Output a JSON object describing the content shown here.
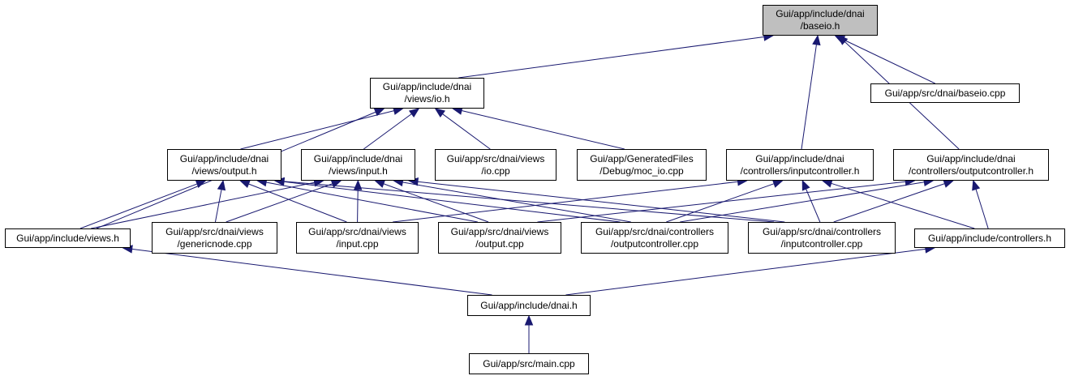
{
  "colors": {
    "edge": "#191970",
    "node_fill": "#ffffff",
    "current_fill": "#bfbfbf",
    "border": "#000000"
  },
  "nodes": {
    "baseio_h": {
      "lines": [
        "Gui/app/include/dnai",
        "/baseio.h"
      ],
      "current": true
    },
    "baseio_cpp": {
      "lines": [
        "Gui/app/src/dnai/baseio.cpp"
      ]
    },
    "views_io_h": {
      "lines": [
        "Gui/app/include/dnai",
        "/views/io.h"
      ]
    },
    "views_output_h": {
      "lines": [
        "Gui/app/include/dnai",
        "/views/output.h"
      ]
    },
    "views_input_h": {
      "lines": [
        "Gui/app/include/dnai",
        "/views/input.h"
      ]
    },
    "io_cpp": {
      "lines": [
        "Gui/app/src/dnai/views",
        "/io.cpp"
      ]
    },
    "moc_io_cpp": {
      "lines": [
        "Gui/app/GeneratedFiles",
        "/Debug/moc_io.cpp"
      ]
    },
    "inputcontroller_h": {
      "lines": [
        "Gui/app/include/dnai",
        "/controllers/inputcontroller.h"
      ]
    },
    "outputcontroller_h": {
      "lines": [
        "Gui/app/include/dnai",
        "/controllers/outputcontroller.h"
      ]
    },
    "views_h": {
      "lines": [
        "Gui/app/include/views.h"
      ]
    },
    "genericnode_cpp": {
      "lines": [
        "Gui/app/src/dnai/views",
        "/genericnode.cpp"
      ]
    },
    "input_cpp": {
      "lines": [
        "Gui/app/src/dnai/views",
        "/input.cpp"
      ]
    },
    "output_cpp": {
      "lines": [
        "Gui/app/src/dnai/views",
        "/output.cpp"
      ]
    },
    "outputcontroller_cpp": {
      "lines": [
        "Gui/app/src/dnai/controllers",
        "/outputcontroller.cpp"
      ]
    },
    "inputcontroller_cpp": {
      "lines": [
        "Gui/app/src/dnai/controllers",
        "/inputcontroller.cpp"
      ]
    },
    "controllers_h": {
      "lines": [
        "Gui/app/include/controllers.h"
      ]
    },
    "dnai_h": {
      "lines": [
        "Gui/app/include/dnai.h"
      ]
    },
    "main_cpp": {
      "lines": [
        "Gui/app/src/main.cpp"
      ]
    }
  },
  "edges": [
    [
      "views_io_h",
      "baseio_h"
    ],
    [
      "baseio_cpp",
      "baseio_h"
    ],
    [
      "inputcontroller_h",
      "baseio_h"
    ],
    [
      "outputcontroller_h",
      "baseio_h"
    ],
    [
      "views_output_h",
      "views_io_h"
    ],
    [
      "views_input_h",
      "views_io_h"
    ],
    [
      "io_cpp",
      "views_io_h"
    ],
    [
      "moc_io_cpp",
      "views_io_h"
    ],
    [
      "views_h",
      "views_io_h"
    ],
    [
      "views_h",
      "views_output_h"
    ],
    [
      "genericnode_cpp",
      "views_output_h"
    ],
    [
      "input_cpp",
      "views_output_h"
    ],
    [
      "output_cpp",
      "views_output_h"
    ],
    [
      "outputcontroller_cpp",
      "views_output_h"
    ],
    [
      "inputcontroller_cpp",
      "views_output_h"
    ],
    [
      "views_h",
      "views_input_h"
    ],
    [
      "genericnode_cpp",
      "views_input_h"
    ],
    [
      "input_cpp",
      "views_input_h"
    ],
    [
      "output_cpp",
      "views_input_h"
    ],
    [
      "outputcontroller_cpp",
      "views_input_h"
    ],
    [
      "inputcontroller_cpp",
      "views_input_h"
    ],
    [
      "input_cpp",
      "inputcontroller_h"
    ],
    [
      "outputcontroller_cpp",
      "inputcontroller_h"
    ],
    [
      "inputcontroller_cpp",
      "inputcontroller_h"
    ],
    [
      "controllers_h",
      "inputcontroller_h"
    ],
    [
      "output_cpp",
      "outputcontroller_h"
    ],
    [
      "outputcontroller_cpp",
      "outputcontroller_h"
    ],
    [
      "inputcontroller_cpp",
      "outputcontroller_h"
    ],
    [
      "controllers_h",
      "outputcontroller_h"
    ],
    [
      "dnai_h",
      "views_h"
    ],
    [
      "dnai_h",
      "controllers_h"
    ],
    [
      "main_cpp",
      "dnai_h"
    ]
  ]
}
